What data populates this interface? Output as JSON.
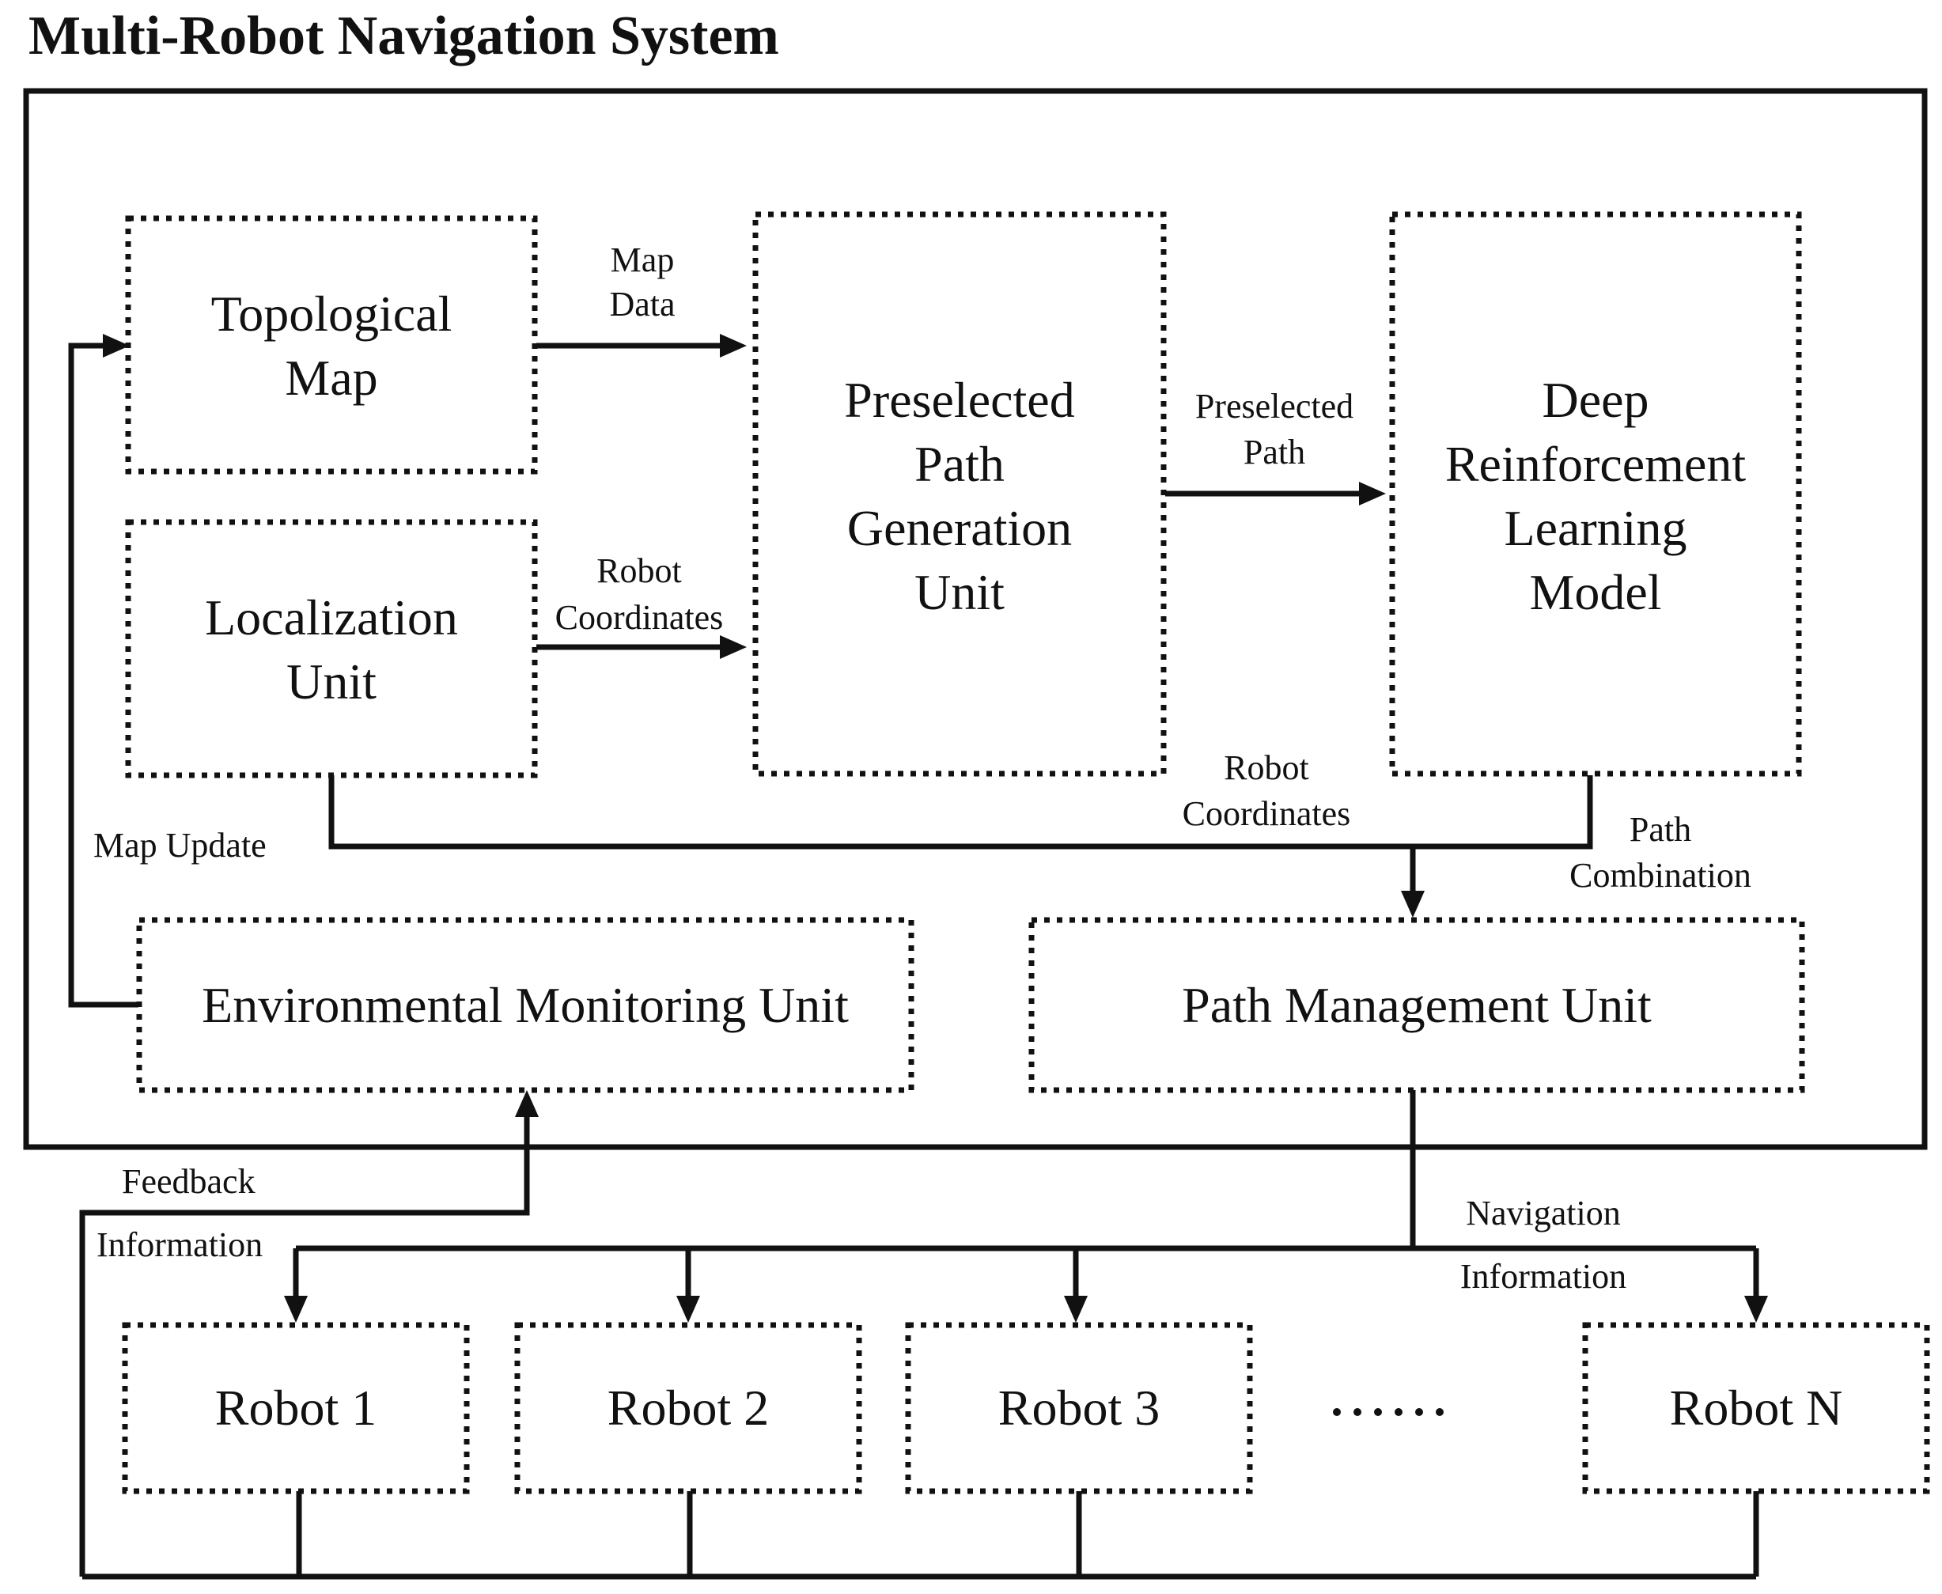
{
  "title": "Multi-Robot Navigation System",
  "blocks": {
    "topological_map": [
      "Topological",
      "Map"
    ],
    "localization_unit": [
      "Localization",
      "Unit"
    ],
    "preselected_path_generation_unit": [
      "Preselected",
      "Path",
      "Generation",
      "Unit"
    ],
    "drl_model": [
      "Deep",
      "Reinforcement",
      "Learning",
      "Model"
    ],
    "environmental_monitoring_unit": [
      "Environmental Monitoring Unit"
    ],
    "path_management_unit": [
      "Path Management Unit"
    ],
    "robots": [
      "Robot 1",
      "Robot 2",
      "Robot 3",
      "Robot N"
    ],
    "ellipsis": "······"
  },
  "flows": {
    "map_data": [
      "Map",
      "Data"
    ],
    "robot_coordinates_top": [
      "Robot",
      "Coordinates"
    ],
    "preselected_path": [
      "Preselected",
      "Path"
    ],
    "robot_coordinates_bottom": [
      "Robot",
      "Coordinates"
    ],
    "path_combination": [
      "Path",
      "Combination"
    ],
    "map_update": "Map Update",
    "feedback_information": [
      "Feedback",
      "Information"
    ],
    "navigation_information": [
      "Navigation",
      "Information"
    ]
  },
  "colors": {
    "ink": "#111111",
    "background": "#ffffff"
  }
}
